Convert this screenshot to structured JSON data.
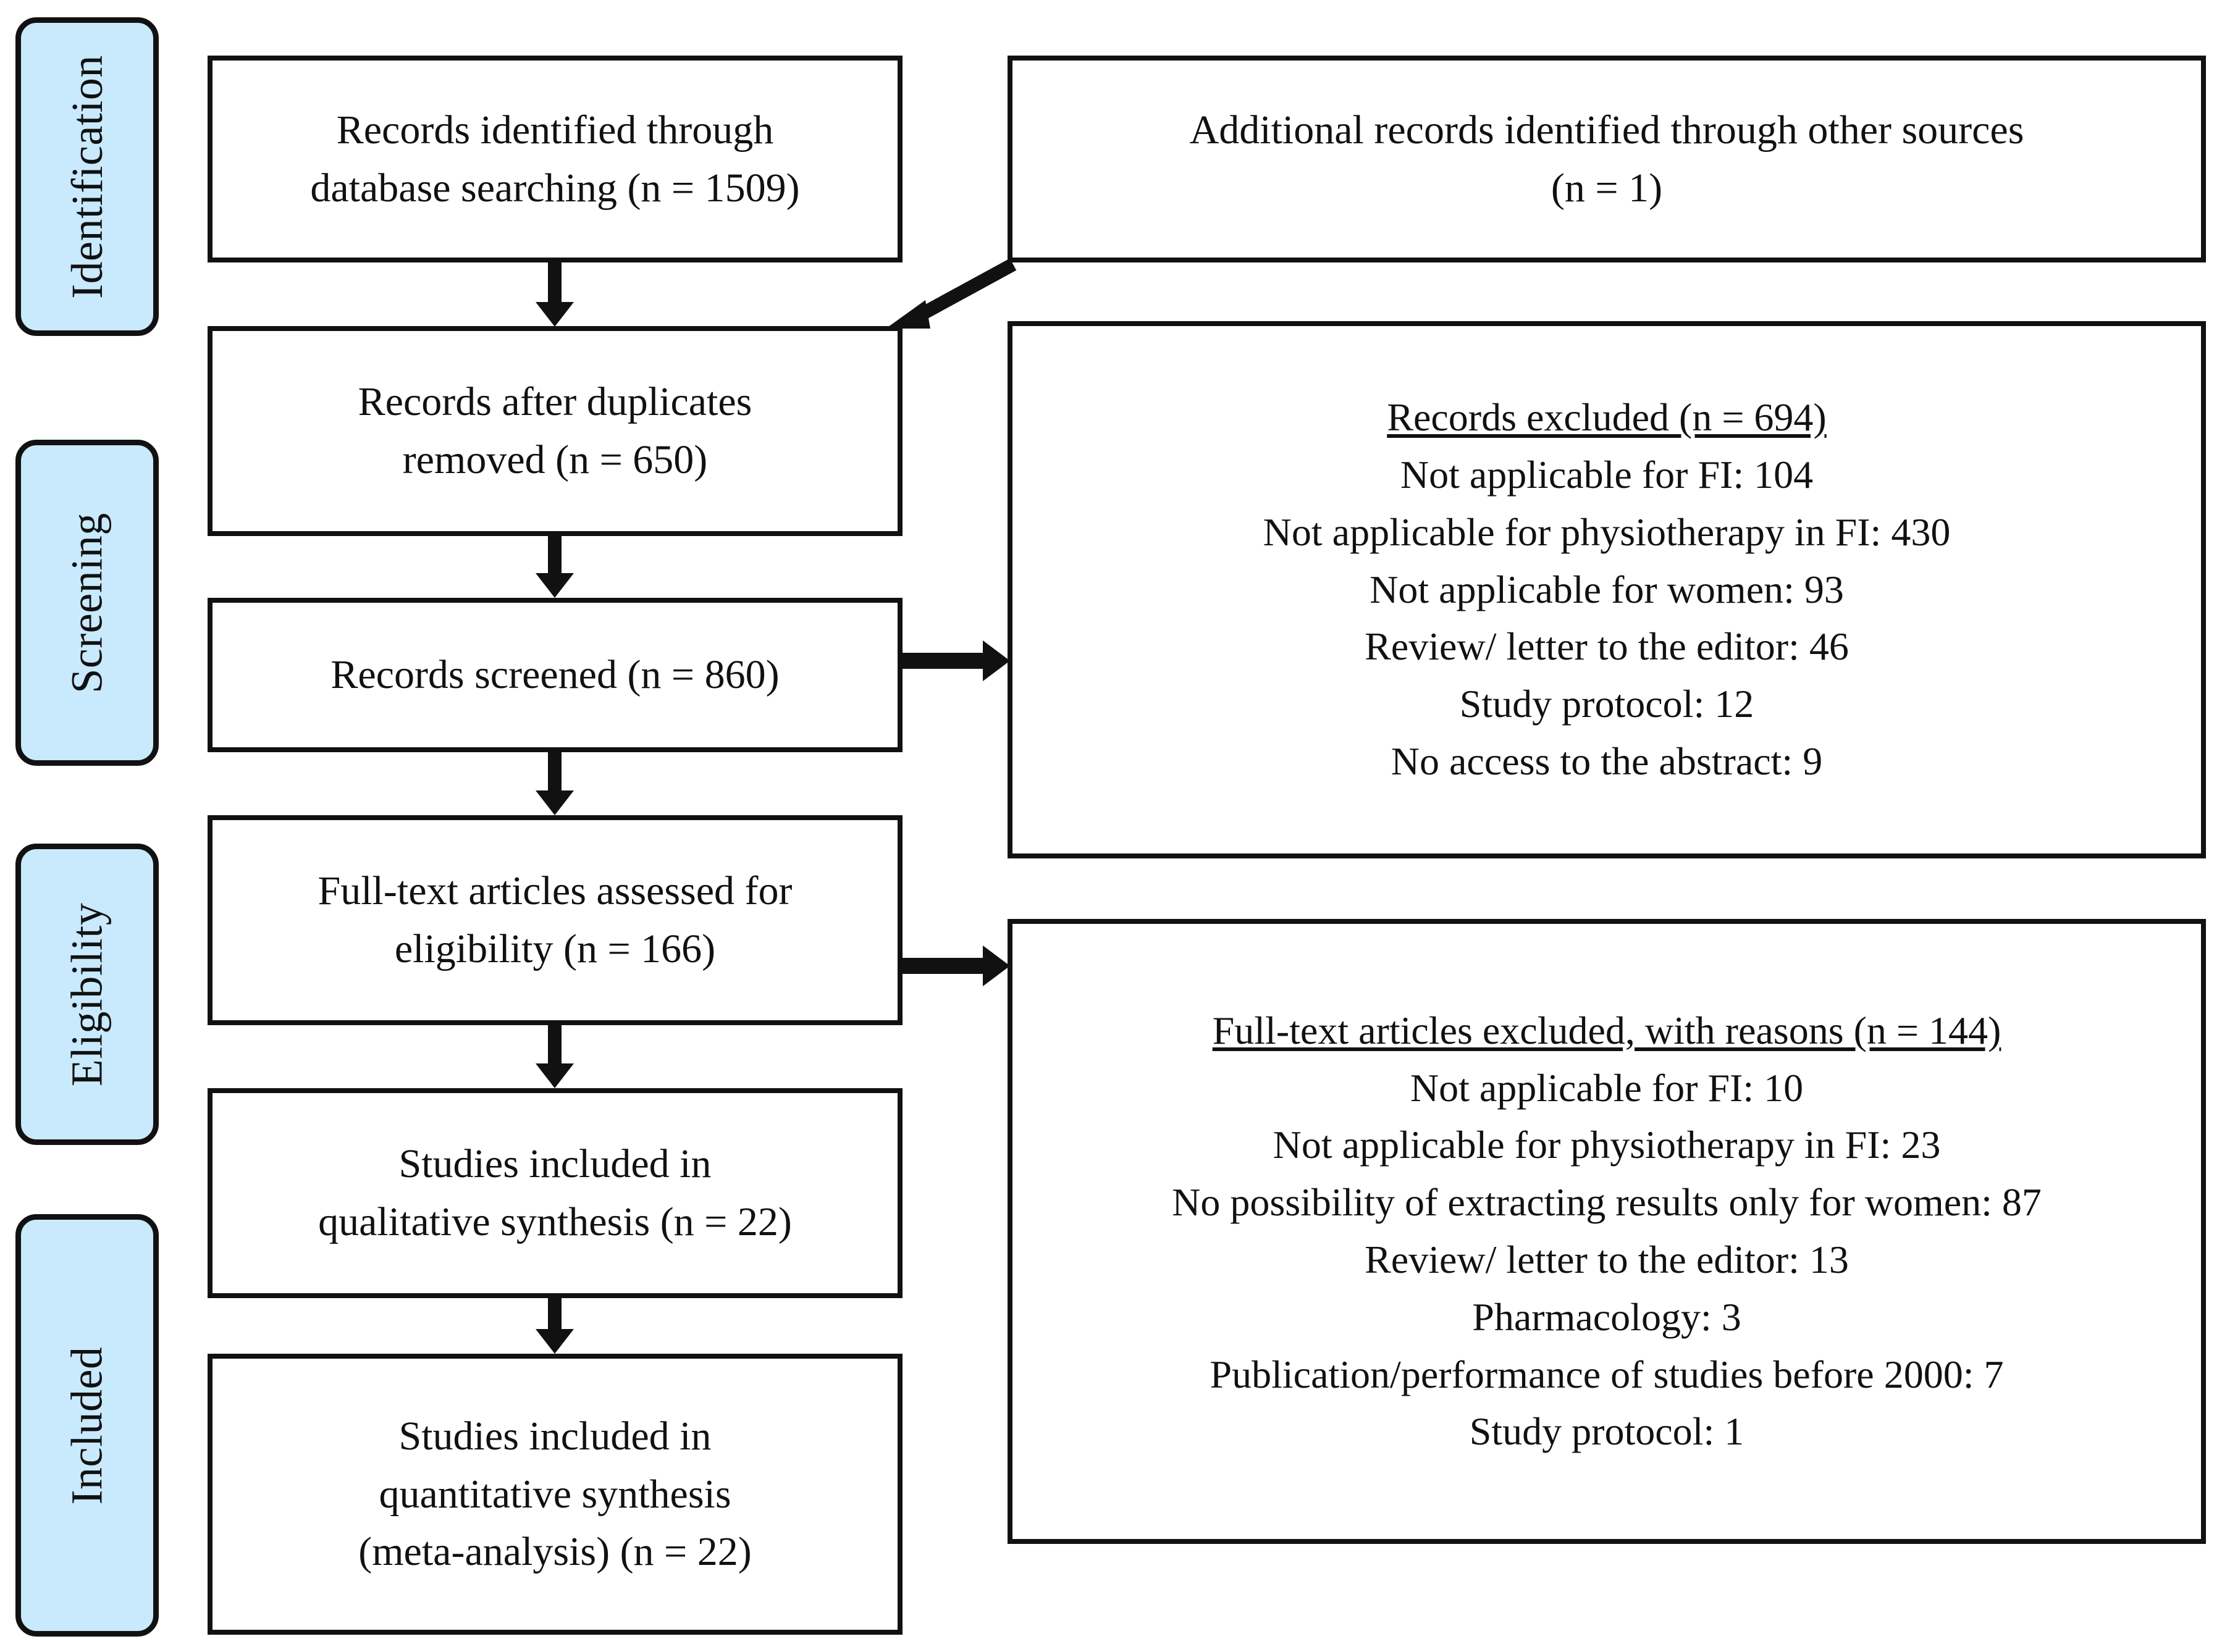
{
  "diagram": {
    "type": "prisma-flow-diagram",
    "accent_color": "#c9e9fd",
    "line_color": "#111111",
    "background": "#ffffff"
  },
  "stages": [
    {
      "label": "Identification"
    },
    {
      "label": "Screening"
    },
    {
      "label": "Eligibility"
    },
    {
      "label": "Included"
    }
  ],
  "boxes": {
    "records_identified": {
      "lines": [
        "Records identified through",
        "database searching (n = 1509)"
      ]
    },
    "additional_records": {
      "lines": [
        "Additional records identified through other sources",
        "(n = 1)"
      ]
    },
    "duplicates_removed": {
      "lines": [
        "Records after duplicates",
        "removed (n = 650)"
      ]
    },
    "records_screened": {
      "lines": [
        "Records screened (n = 860)"
      ]
    },
    "records_excluded": {
      "heading": "Records excluded (n = 694)",
      "lines": [
        "Not applicable for FI: 104",
        "Not applicable for physiotherapy in FI: 430",
        "Not applicable for women: 93",
        "Review/ letter to the editor: 46",
        "Study protocol: 12",
        "No access to the abstract: 9"
      ]
    },
    "fulltext_assessed": {
      "lines": [
        "Full-text articles assessed for",
        "eligibility (n = 166)"
      ]
    },
    "fulltext_excluded": {
      "heading": "Full-text articles excluded, with reasons (n = 144)",
      "lines": [
        "Not applicable for FI: 10",
        "Not applicable for physiotherapy in FI: 23",
        "No possibility of extracting results only for women: 87",
        "Review/ letter to the editor: 13",
        "Pharmacology: 3",
        "Publication/performance of studies before 2000: 7",
        "Study protocol: 1"
      ]
    },
    "qualitative_synthesis": {
      "lines": [
        "Studies included in",
        "qualitative synthesis (n = 22)"
      ]
    },
    "quantitative_synthesis": {
      "lines": [
        "Studies included in",
        "quantitative synthesis",
        "(meta-analysis) (n = 22)"
      ]
    }
  }
}
